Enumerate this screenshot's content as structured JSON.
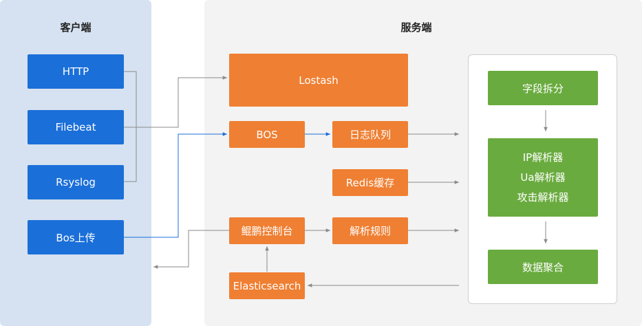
{
  "panels": {
    "client_title": "客户端",
    "server_title": "服务端"
  },
  "client_nodes": {
    "http": "HTTP",
    "filebeat": "Filebeat",
    "rsyslog": "Rsyslog",
    "bos_upload": "Bos上传"
  },
  "server_nodes": {
    "lostash": "Lostash",
    "bos": "BOS",
    "log_queue": "日志队列",
    "redis_cache": "Redis缓存",
    "control_console": "鲲鹏控制台",
    "parse_rules": "解析规则",
    "elasticsearch": "Elasticsearch"
  },
  "processing": {
    "field_split": "字段拆分",
    "parsers": [
      "IP解析器",
      "Ua解析器",
      "攻击解析器"
    ],
    "data_aggregation": "数据聚合"
  },
  "colors": {
    "client_node": "#1b6fd9",
    "server_node": "#ef7f32",
    "processing_node": "#6aab3f",
    "client_panel": "#d6e2f1",
    "server_panel": "#f3f3f3",
    "gray_connector": "#8a8a8a",
    "blue_connector": "#1b6fd9"
  }
}
